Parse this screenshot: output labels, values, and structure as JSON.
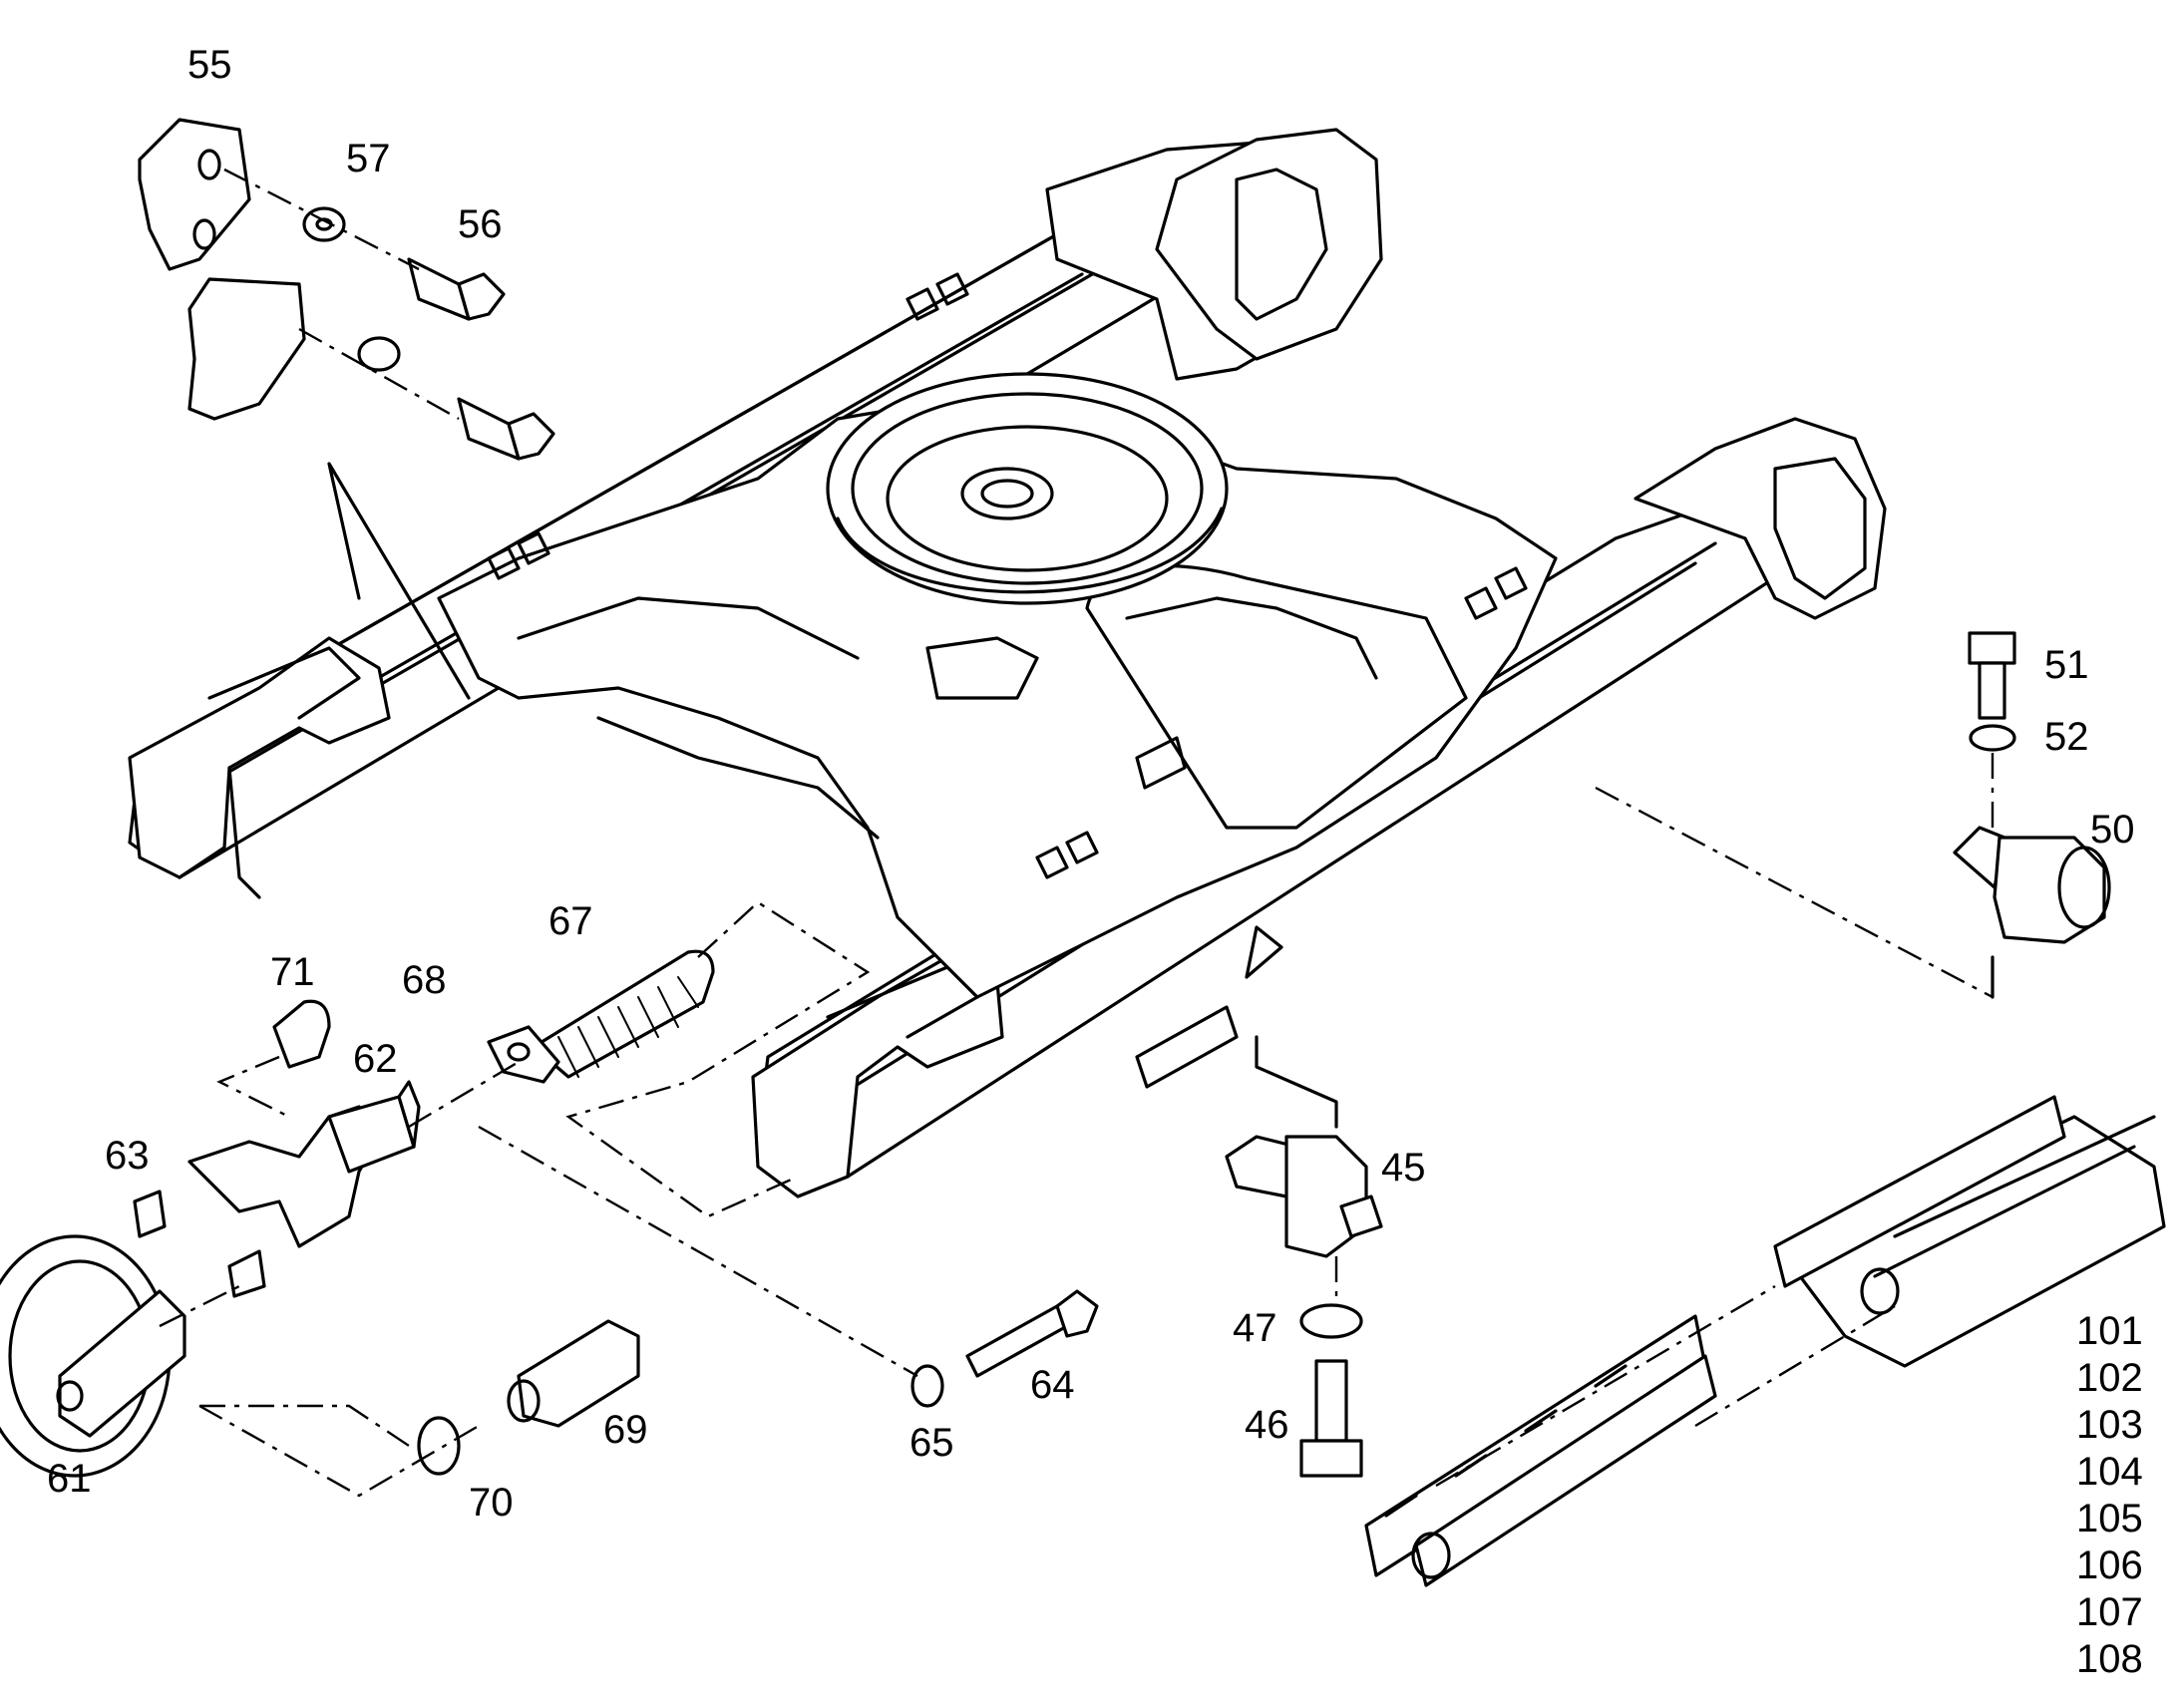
{
  "labels": {
    "l55": "55",
    "l57": "57",
    "l56": "56",
    "l51": "51",
    "l52": "52",
    "l50": "50",
    "l67": "67",
    "l68": "68",
    "l71": "71",
    "l62": "62",
    "l63": "63",
    "l45": "45",
    "l47": "47",
    "l46": "46",
    "l64": "64",
    "l65": "65",
    "l69": "69",
    "l70": "70",
    "l61": "61"
  },
  "part_list": [
    "101",
    "102",
    "103",
    "104",
    "105",
    "106",
    "107",
    "108"
  ]
}
